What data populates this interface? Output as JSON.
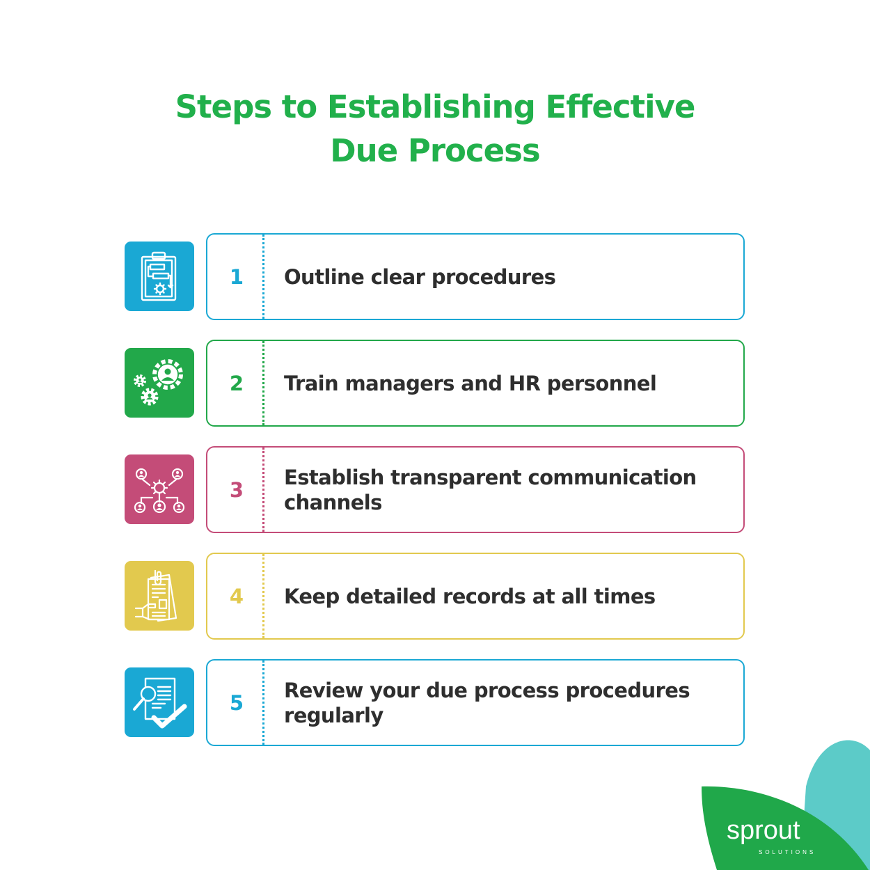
{
  "title": {
    "line1": "Steps to Establishing Effective",
    "line2": "Due Process"
  },
  "steps": [
    {
      "number": "1",
      "text_lines": [
        "Outline clear procedures"
      ],
      "color": "#1aa8d4",
      "icon": "clipboard-flowchart-icon"
    },
    {
      "number": "2",
      "text_lines": [
        "Train managers and HR personnel"
      ],
      "color": "#22a84a",
      "icon": "gears-people-icon"
    },
    {
      "number": "3",
      "text_lines": [
        "Establish transparent communication",
        "channels"
      ],
      "color": "#c44c78",
      "icon": "network-people-icon"
    },
    {
      "number": "4",
      "text_lines": [
        "Keep detailed records at all times"
      ],
      "color": "#e2c94e",
      "icon": "records-documents-icon"
    },
    {
      "number": "5",
      "text_lines": [
        "Review your due process procedures",
        "regularly"
      ],
      "color": "#1aa8d4",
      "icon": "review-magnifier-check-icon"
    }
  ],
  "brand": {
    "name": "sprout",
    "subtitle": "SOLUTIONS",
    "leaf_green": "#20a84a",
    "leaf_teal": "#5ccbc8"
  },
  "colors": {
    "title": "#21b04b",
    "text": "#2e2e2e",
    "background": "#ffffff"
  }
}
